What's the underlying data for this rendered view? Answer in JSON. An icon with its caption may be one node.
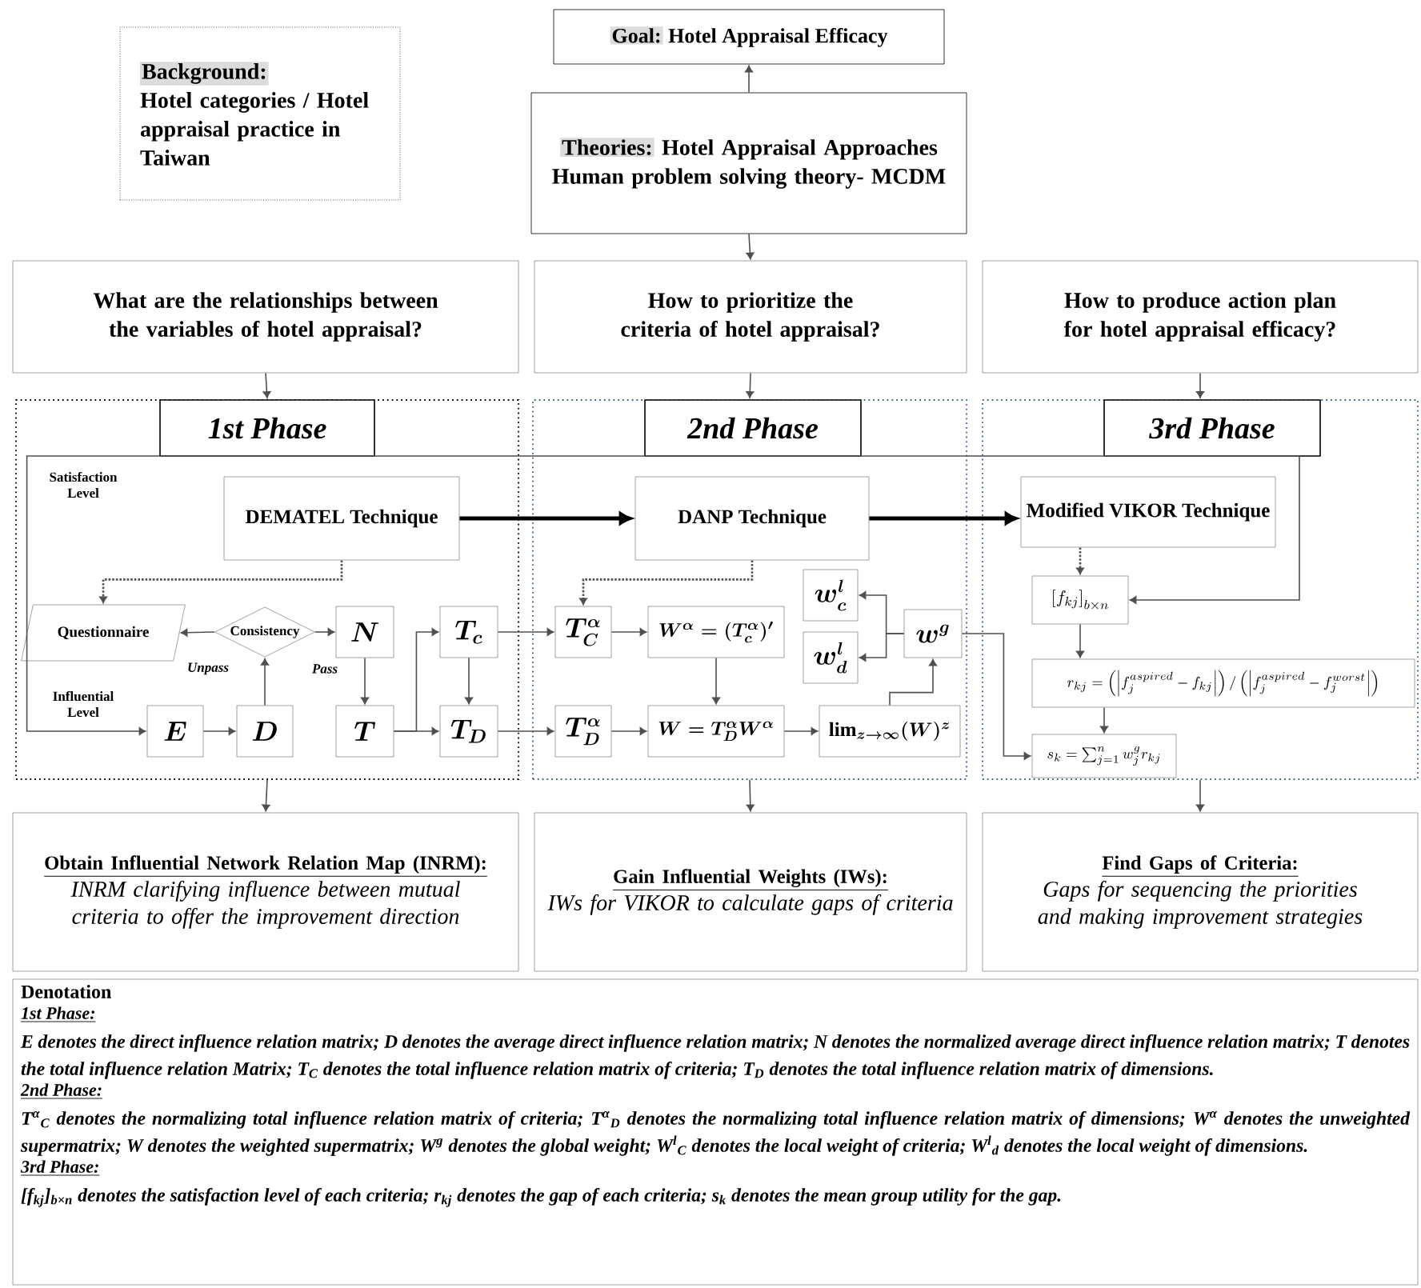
{
  "diagram": {
    "nodes": [
      {
        "text": [
          "Background:",
          "Hotel categories / Hotel appraisal practice in Taiwan"
        ]
      },
      {
        "text": [
          "Goal:",
          "Hotel Appraisal Efficacy"
        ]
      },
      {
        "text": [
          "Theories:",
          "Hotel Appraisal Approaches Human problem solving theory- MCDM"
        ]
      },
      {
        "text": [
          "What are the relationships between the variables of hotel appraisal?"
        ]
      },
      {
        "text": [
          "How to prioritize the criteria of hotel appraisal?"
        ]
      },
      {
        "text": [
          "How to produce action plan for hotel appraisal efficacy?"
        ]
      },
      {
        "text": [
          "1st Phase"
        ]
      },
      {
        "text": [
          "2nd Phase"
        ]
      },
      {
        "text": [
          "3rd Phase"
        ]
      },
      {
        "text": [
          "DEMATEL Technique"
        ],
        "in": 6
      },
      {
        "text": [
          "Questionnaire"
        ],
        "in": 6
      },
      {
        "text": [
          "Consistency"
        ],
        "in": 6
      },
      {
        "text": [
          "N"
        ],
        "in": 6
      },
      {
        "text": [
          "T_c"
        ],
        "in": 6
      },
      {
        "text": [
          "E"
        ],
        "in": 6
      },
      {
        "text": [
          "D"
        ],
        "in": 6
      },
      {
        "text": [
          "T"
        ],
        "in": 6
      },
      {
        "text": [
          "T_D"
        ],
        "in": 6
      },
      {
        "text": [
          "DANP Technique"
        ],
        "in": 7
      },
      {
        "text": [
          "T_C^{\\alpha}"
        ],
        "in": 7
      },
      {
        "text": [
          "W^{\\alpha} = (T_c^{\\alpha})'"
        ],
        "in": 7
      },
      {
        "text": [
          "w_c^{l}"
        ],
        "in": 7
      },
      {
        "text": [
          "w_d^{l}"
        ],
        "in": 7
      },
      {
        "text": [
          "w^{g}"
        ],
        "in": 7
      },
      {
        "text": [
          "T_D^{\\alpha}"
        ],
        "in": 7
      },
      {
        "text": [
          "W = T_D^{\\alpha} W^{\\alpha}"
        ],
        "in": 7
      },
      {
        "text": [
          "\\lim_{z\\to\\infty}(W)^{z}"
        ],
        "in": 7
      },
      {
        "text": [
          "Modified VIKOR Technique"
        ],
        "in": 8
      },
      {
        "text": [
          "\\left[f_{kj}\\right]_{b\\times n}"
        ],
        "in": 8
      },
      {
        "text": [
          "r_{kj} = \\left(\\left|f_j^{aspired} - f_{kj}\\right|\\right) / \\left(\\left|f_j^{aspired} - f_j^{worst}\\right|\\right)"
        ],
        "in": 8
      },
      {
        "text": [
          "s_k = \\sum_{j=1}^{n} w_j^{g} r_{kj}"
        ],
        "in": 8
      },
      {
        "text": [
          "Obtain Influential Network Relation Map (INRM):",
          "INRM clarifying influence between mutual criteria to offer the improvement direction"
        ]
      },
      {
        "text": [
          "Gain Influential Weights (IWs):",
          "IWs for VIKOR to calculate gaps of criteria"
        ]
      },
      {
        "text": [
          "Find Gaps of Criteria:",
          "Gaps for sequencing the priorities and making improvement strategies"
        ]
      },
      {
        "text": [
          "Denotation",
          "1st Phase:",
          "E denotes the direct influence relation matrix; D denotes the average direct influence relation matrix; N denotes the normalized average direct influence relation matrix; T denotes the total influence relation Matrix; T$_{C}$ denotes the total influence relation matrix of criteria; T$_{D}$ denotes the total influence relation matrix of dimensions.",
          "2nd Phase:",
          "T$^{α}$$_{C}$ denotes the normalizing total influence relation matrix of criteria; T$^{α}$$_{D}$ denotes the normalizing total influence relation matrix of dimensions; W$^{α}$ denotes the unweighted supermatrix; W denotes the weighted supermatrix; W$^{g}$ denotes the global weight; W$^{l}$$_{C}$ denotes the local weight of criteria; W$^{l}$$_{d}$ denotes the local weight of dimensions.",
          "3rd Phase:",
          "[f$_{kj}$]$_{b×n}$ denotes the satisfaction level of each criteria; r$_{kj}$ denotes the gap of each criteria; s$_{k}$ denotes the mean group utility for the gap."
        ]
      }
    ],
    "edges": [
      {
        "from": 2,
        "to": 1,
        "arrow": "to"
      },
      {
        "from": 2,
        "to": 4,
        "arrow": "to"
      },
      {
        "from": 3,
        "to": 6,
        "arrow": "to"
      },
      {
        "from": 4,
        "to": 7,
        "arrow": "to"
      },
      {
        "from": 5,
        "to": 8,
        "arrow": "to"
      },
      {
        "from": 6,
        "to": 31,
        "arrow": "to"
      },
      {
        "from": 7,
        "to": 32,
        "arrow": "to"
      },
      {
        "from": 8,
        "to": 33,
        "arrow": "to"
      },
      {
        "from": 9,
        "to": 18,
        "arrow": "to",
        "style": "thick"
      },
      {
        "from": 18,
        "to": 27,
        "arrow": "to",
        "style": "thick"
      },
      {
        "from": 9,
        "to": 10,
        "arrow": "to",
        "style": "dashed"
      },
      {
        "from": 11,
        "to": 10,
        "arrow": "to",
        "label": "Unpass"
      },
      {
        "from": 11,
        "to": 12,
        "arrow": "to",
        "label": "Pass"
      },
      {
        "from": 12,
        "to": 16,
        "arrow": "to"
      },
      {
        "from": 14,
        "to": 15,
        "arrow": "to"
      },
      {
        "from": 15,
        "to": 11,
        "arrow": "to"
      },
      {
        "from": 16,
        "to": 13,
        "arrow": "to"
      },
      {
        "from": 16,
        "to": 17,
        "arrow": "to"
      },
      {
        "from": 13,
        "to": 17,
        "arrow": "to"
      },
      {
        "from": 13,
        "to": 19,
        "arrow": "to"
      },
      {
        "from": 17,
        "to": 24,
        "arrow": "to"
      },
      {
        "from": 18,
        "to": 19,
        "arrow": "to",
        "style": "dashed"
      },
      {
        "from": 19,
        "to": 20,
        "arrow": "to"
      },
      {
        "from": 20,
        "to": 25,
        "arrow": "to"
      },
      {
        "from": 24,
        "to": 25,
        "arrow": "to"
      },
      {
        "from": 25,
        "to": 26,
        "arrow": "to"
      },
      {
        "from": 26,
        "to": 23,
        "arrow": "to"
      },
      {
        "from": 23,
        "to": 21,
        "arrow": "to"
      },
      {
        "from": 23,
        "to": 22,
        "arrow": "to"
      },
      {
        "from": 23,
        "to": 30,
        "arrow": "to"
      },
      {
        "from": 27,
        "to": 28,
        "arrow": "to",
        "style": "dashed"
      },
      {
        "from": 28,
        "to": 29,
        "arrow": "to"
      },
      {
        "from": 29,
        "to": 30,
        "arrow": "to"
      },
      {
        "from": 10,
        "to": 14,
        "arrow": "to",
        "label": "Influential Level"
      },
      {
        "from": 10,
        "to": 28,
        "arrow": "to",
        "label": "Satisfaction Level"
      }
    ]
  }
}
